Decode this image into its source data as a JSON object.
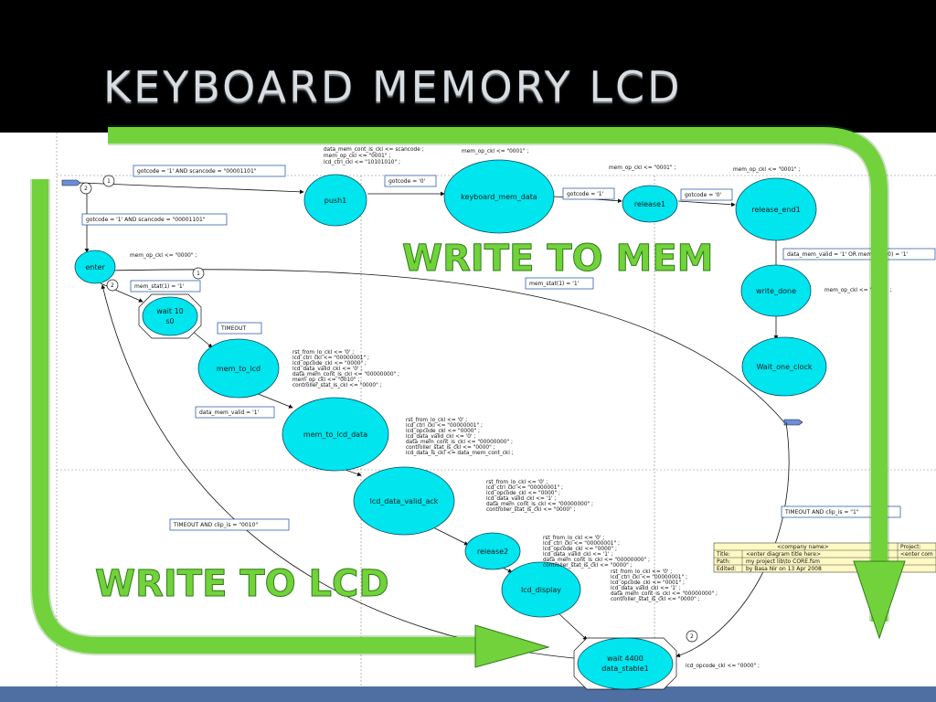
{
  "slide": {
    "title": "KEYBOARD MEMORY LCD",
    "overlay_labels": {
      "write_to_mem": "WRITE TO MEM",
      "write_to_lcd": "WRITE TO LCD"
    },
    "colors": {
      "node_fill": "#00e5ee",
      "arrow_green": "#72d23b",
      "band": "#4f6fa3",
      "title": "#d8dde2"
    }
  },
  "diagram": {
    "states": {
      "push1": "push1",
      "keyboard_mem_data": "keyboard_mem_data",
      "release1": "release1",
      "release_end1": "release_end1",
      "write_done": "write_done",
      "wait_one_clock": "Wait_one_clock",
      "enter": "enter",
      "wait10_l1": "wait 10",
      "wait10_l2": "s0",
      "mem_to_lcd": "mem_to_lcd",
      "mem_to_lcd_data": "mem_to_lcd_data",
      "lcd_data_valid_ack": "lcd_data_valid_ack",
      "release2": "release2",
      "lcd_display": "lcd_display",
      "wait4400_l1": "wait 4400",
      "wait4400_l2": "data_stable1"
    },
    "conditions": {
      "c1": "gotcode = '1' AND scancode = \"00001101\"",
      "c2": "gotcode = '1' AND scancode = \"00001101\"",
      "c3": "gotcode = '0'",
      "c4": "gotcode = '1'",
      "c5": "gotcode = '0'",
      "c6": "data_mem_valid = '1' OR mem_stat(0) = '1'",
      "c7": "mem_stat(1) = '1'",
      "c8": "mem_stat(1) = '1'",
      "c9": "TIMEOUT",
      "c10": "data_mem_valid = '1'",
      "c11": "TIMEOUT AND clip_is = \"0010\"",
      "c12": "TIMEOUT AND clip_is = \"1\""
    },
    "actions": {
      "push": [
        "data_mem_cont_is_ckl <= scancode ;",
        "mem_op_ckl <= \"0001\" ;",
        "lcd_ctrl_ckl <= \"10101010\" ;"
      ],
      "kmd": "mem_op_ckl <= \"0001\" ;",
      "rel1": "mem_op_ckl <= \"0001\" ;",
      "rel_end": "mem_op_ckl <= \"0001\" ;",
      "enter": "mem_op_ckl <= \"0000\" ;",
      "write_done": "mem_op_ckl <= \"0000\" ;",
      "mem_to_lcd": [
        "rst_from_lo_ckl <= '0' ;",
        "lcd_ctrl_ckl <= \"00000001\" ;",
        "lcd_opcode_ckl <= \"0000\" ;",
        "lcd_data_valid_ckl <= '0' ;",
        "data_mem_cont_is_ckl <= \"00000000\" ;",
        "mem_op_ckl <= \"0010\" ;",
        "controller_stat_is_ckl <= \"0000\" ;"
      ],
      "mem_to_lcd_data": [
        "rst_from_lo_ckl <= '0' ;",
        "lcd_ctrl_ckl <= \"00000001\" ;",
        "lcd_opcode_ckl <= \"0000\" ;",
        "lcd_data_valid_ckl <= '0' ;",
        "data_mem_cont_is_ckl <= \"00000000\" ;",
        "controller_stat_is_ckl <= \"0000\" ;",
        "lcd_data_is_ckl <= data_mem_cont_ckl ;"
      ],
      "lcd_ack": [
        "rst_from_lo_ckl <= '0' ;",
        "lcd_ctrl_ckl <= \"00000001\" ;",
        "lcd_opcode_ckl <= \"0000\" ;",
        "lcd_data_valid_ckl <= '1' ;",
        "data_mem_cont_is_ckl <= \"00000000\" ;",
        "controller_stat_is_ckl <= \"0000\" ;"
      ],
      "release2": [
        "rst_from_lo_ckl <= '0' ;",
        "lcd_ctrl_ckl <= \"00000001\" ;",
        "lcd_opcode_ckl <= \"0000\" ;",
        "lcd_data_valid_ckl <= '1' ;",
        "data_mem_cont_is_ckl <= \"00000000\" ;",
        "controller_stat_is_ckl <= \"0000\" ;"
      ],
      "lcd_display": [
        "rst_from_lo_ckl <= '0' ;",
        "lcd_ctrl_ckl <= \"00000001\" ;",
        "lcd_opcode_ckl <= \"0001\" ;",
        "lcd_data_valid_ckl <= '1' ;",
        "data_mem_cont_is_ckl <= \"00000000\" ;",
        "controller_stat_is_ckl <= \"0000\" ;"
      ],
      "wait4400": "lcd_opcode_ckl <= \"0000\" ;"
    },
    "priorities": {
      "p1": "1",
      "p2": "2",
      "p3": "1",
      "p4": "2",
      "p5": "2"
    },
    "title_block": {
      "company": "<company name>",
      "project": "Project:",
      "title_label": "Title:",
      "title_val": "<enter diagram title here>",
      "path_label": "Path:",
      "path_val": "my project lib\\to CORE.fsm",
      "edited_label": "Edited:",
      "edited_val": "by Basa Nir on 13 Apr 2008",
      "right_val": "<enter com"
    }
  }
}
